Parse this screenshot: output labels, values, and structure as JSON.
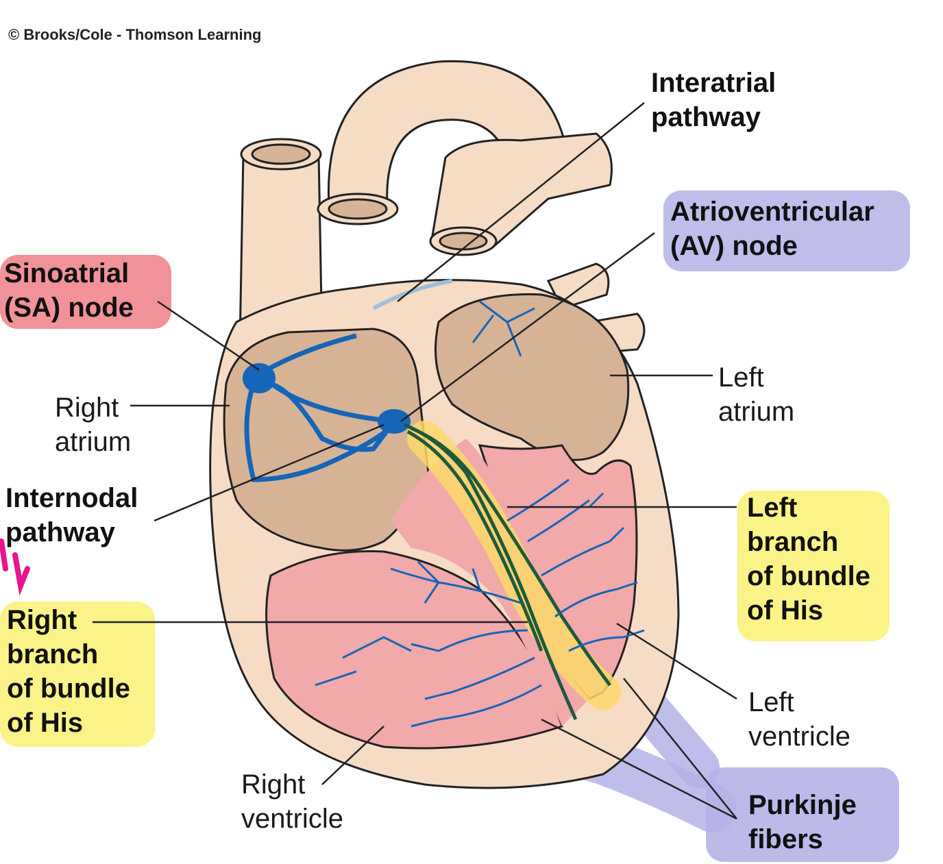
{
  "copyright": "© Brooks/Cole - Thomson Learning",
  "colors": {
    "tissue": "#f6dcc5",
    "chamber_tan": "#d7b396",
    "ventricle_pink": "#f1a9aa",
    "conduction_blue": "#1565b8",
    "bundle_green": "#1e5a3c",
    "outline": "#222222",
    "highlight_red": "#ef7f86",
    "highlight_purple": "#b4b2e6",
    "highlight_yellow": "#fbf27a",
    "pen_magenta": "#e8158c"
  },
  "labels": {
    "interatrial": "Interatrial\npathway",
    "av_node": "Atrioventricular\n(AV) node",
    "sa_node": "Sinoatrial\n(SA) node",
    "right_atrium": "Right\natrium",
    "left_atrium": "Left\natrium",
    "internodal": "Internodal\npathway",
    "left_branch": "Left\nbranch\nof bundle\nof His",
    "right_branch": "Right\nbranch\nof bundle\nof His",
    "left_ventricle": "Left\nventricle",
    "right_ventricle": "Right\nventricle",
    "purkinje": "Purkinje\nfibers"
  }
}
